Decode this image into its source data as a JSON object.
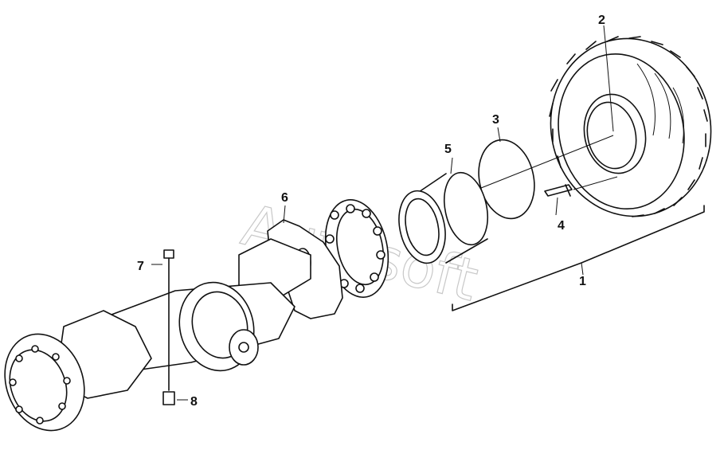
{
  "watermark": "Autosoft",
  "callouts": [
    "1",
    "2",
    "3",
    "4",
    "5",
    "6",
    "7",
    "8"
  ]
}
